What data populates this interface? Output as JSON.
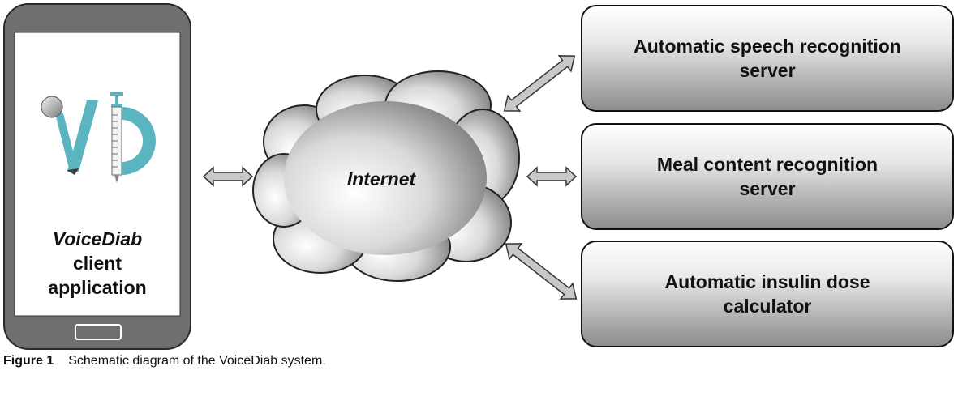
{
  "phone": {
    "app_name": "VoiceDiab",
    "line2": "client",
    "line3": "application"
  },
  "cloud": {
    "label": "Internet"
  },
  "servers": [
    {
      "line1": "Automatic speech recognition",
      "line2": "server"
    },
    {
      "line1": "Meal content recognition",
      "line2": "server"
    },
    {
      "line1": "Automatic insulin dose",
      "line2": "calculator"
    }
  ],
  "caption": {
    "figure": "Figure 1",
    "text": "Schematic diagram of the VoiceDiab system."
  },
  "colors": {
    "phone_body": "#6f6f6f",
    "logo_teal": "#5ab5c0",
    "box_border": "#111111",
    "arrow_fill": "#c8c8c8"
  },
  "icons": [
    "microphone-icon",
    "syringe-icon"
  ]
}
